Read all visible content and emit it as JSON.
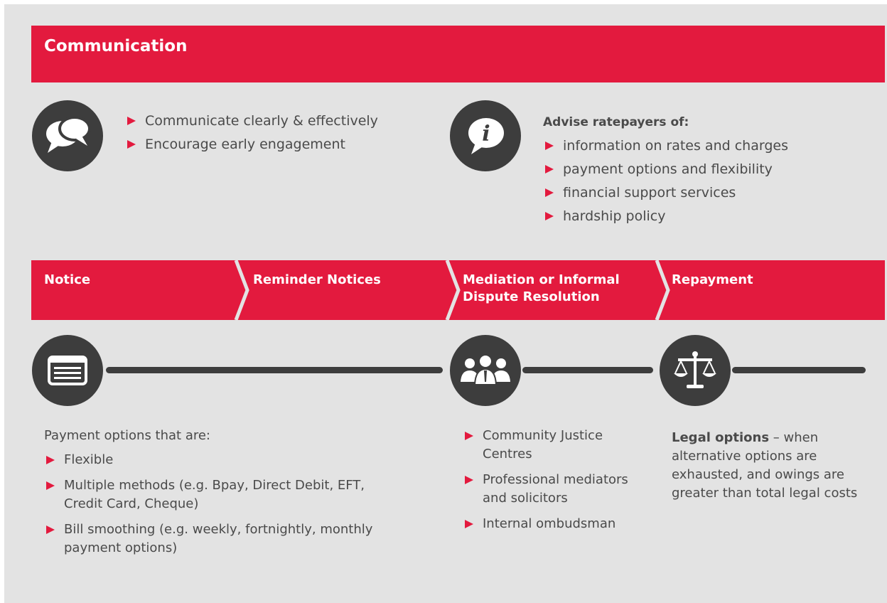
{
  "header": {
    "title": "Communication"
  },
  "communicate": {
    "icon": "speech-bubbles-icon",
    "items": [
      "Communicate clearly & effectively",
      "Encourage early engagement"
    ]
  },
  "advise": {
    "icon": "info-bubble-icon",
    "title": "Advise ratepayers of:",
    "items": [
      "information on rates and charges",
      "payment options and flexibility",
      "financial support services",
      "hardship policy"
    ]
  },
  "stages": [
    {
      "label": "Notice"
    },
    {
      "label": "Reminder Notices"
    },
    {
      "label": "Mediation or Informal Dispute Resolution"
    },
    {
      "label": "Repayment"
    }
  ],
  "timeline": {
    "icons": [
      "payment-card-icon",
      "people-group-icon",
      "scales-of-justice-icon"
    ]
  },
  "payment": {
    "intro": "Payment options that are:",
    "items": [
      "Flexible",
      "Multiple methods (e.g. Bpay, Direct Debit, EFT, Credit Card, Cheque)",
      "Bill smoothing (e.g. weekly, fortnightly, monthly payment options)"
    ]
  },
  "mediation": {
    "items": [
      "Community Justice Centres",
      "Professional mediators and solicitors",
      "Internal ombudsman"
    ]
  },
  "legal": {
    "bold": "Legal options",
    "text": " – when alternative options are exhausted, and owings are greater than total legal costs"
  },
  "colors": {
    "accent": "#e31a3e",
    "dark": "#3d3d3d",
    "panel": "#e3e3e3"
  }
}
